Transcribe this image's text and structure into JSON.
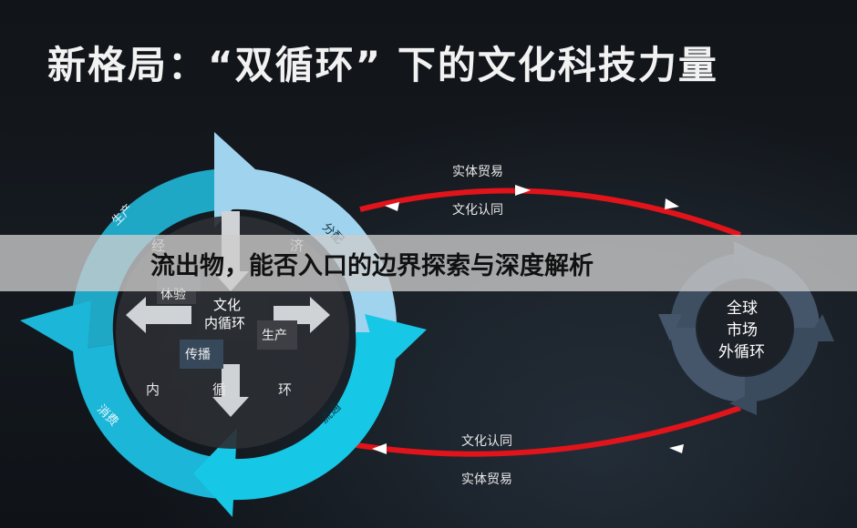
{
  "title": "新格局：“双循环” 下的文化科技力量",
  "inner_cycle": {
    "arc_labels": {
      "production": "生产",
      "distribution": "分配",
      "circulation": "流通",
      "consumption": "消费"
    },
    "hub": "文化内循环",
    "hub_line1": "文化",
    "hub_line2": "内循环",
    "spokes": {
      "experience": "体验",
      "production": "生产",
      "dissemination": "传播",
      "economy_a": "经",
      "economy_b": "济"
    },
    "bottom_row": [
      "内",
      "循",
      "环"
    ]
  },
  "outer_cycle": {
    "hub_line1": "全球",
    "hub_line2": "市场",
    "hub_line3": "外循环"
  },
  "links": {
    "top_upper": "实体贸易",
    "top_lower": "文化认同",
    "bottom_upper": "文化认同",
    "bottom_lower": "实体贸易"
  },
  "overlay_caption": "流出物，能否入口的边界探索与深度解析",
  "colors": {
    "teal": "#1fa7c6",
    "light_blue": "#9fd3ee",
    "cyan": "#17c7e6",
    "red_link": "#e0141a",
    "gray_ring": "#46566a"
  }
}
